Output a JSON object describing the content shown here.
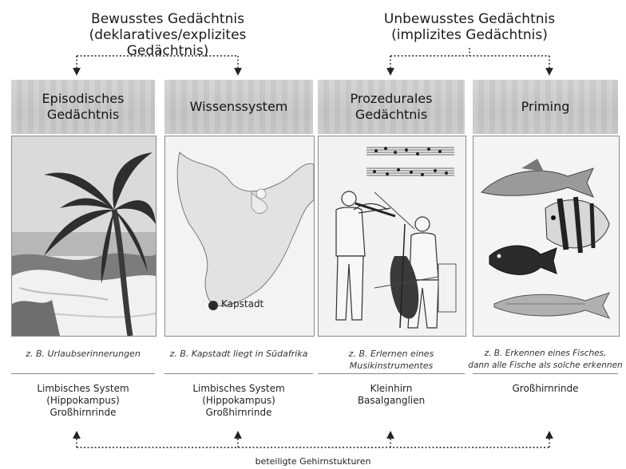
{
  "groups": {
    "conscious": {
      "title_line1": "Bewusstes Gedächtnis",
      "title_line2": "(deklaratives/explizites Gedächtnis)"
    },
    "unconscious": {
      "title_line1": "Unbewusstes Gedächtnis",
      "title_line2": "(implizites Gedächtnis)"
    }
  },
  "columns": [
    {
      "header_line1": "Episodisches",
      "header_line2": "Gedächtnis",
      "illustration": "palm-tree-beach",
      "caption_line1": "z. B. Urlaubserinnerungen",
      "caption_line2": "",
      "structure_line1": "Limbisches System",
      "structure_line2": "(Hippokampus)",
      "structure_line3": "Großhirnrinde"
    },
    {
      "header_line1": "Wissenssystem",
      "header_line2": "",
      "illustration": "map-south-africa",
      "map_label": "Kapstadt",
      "caption_line1": "z. B. Kapstadt liegt in Südafrika",
      "caption_line2": "",
      "structure_line1": "Limbisches System",
      "structure_line2": "(Hippokampus)",
      "structure_line3": "Großhirnrinde"
    },
    {
      "header_line1": "Prozedurales",
      "header_line2": "Gedächtnis",
      "illustration": "musicians-violin-cello",
      "caption_line1": "z. B. Erlernen eines",
      "caption_line2": "Musikinstrumentes",
      "structure_line1": "Kleinhirn",
      "structure_line2": "Basalganglien",
      "structure_line3": ""
    },
    {
      "header_line1": "Priming",
      "header_line2": "",
      "illustration": "fishes",
      "caption_line1": "z. B. Erkennen eines Fisches,",
      "caption_line2": "dann alle Fische als solche erkennen",
      "structure_line1": "Großhirnrinde",
      "structure_line2": "",
      "structure_line3": ""
    }
  ],
  "footer": {
    "label": "beteiligte Gehirnstukturen"
  },
  "colors": {
    "header_bg": "#c9c9c9",
    "panel_border": "#8a8a8a",
    "text": "#1b1b1b"
  }
}
